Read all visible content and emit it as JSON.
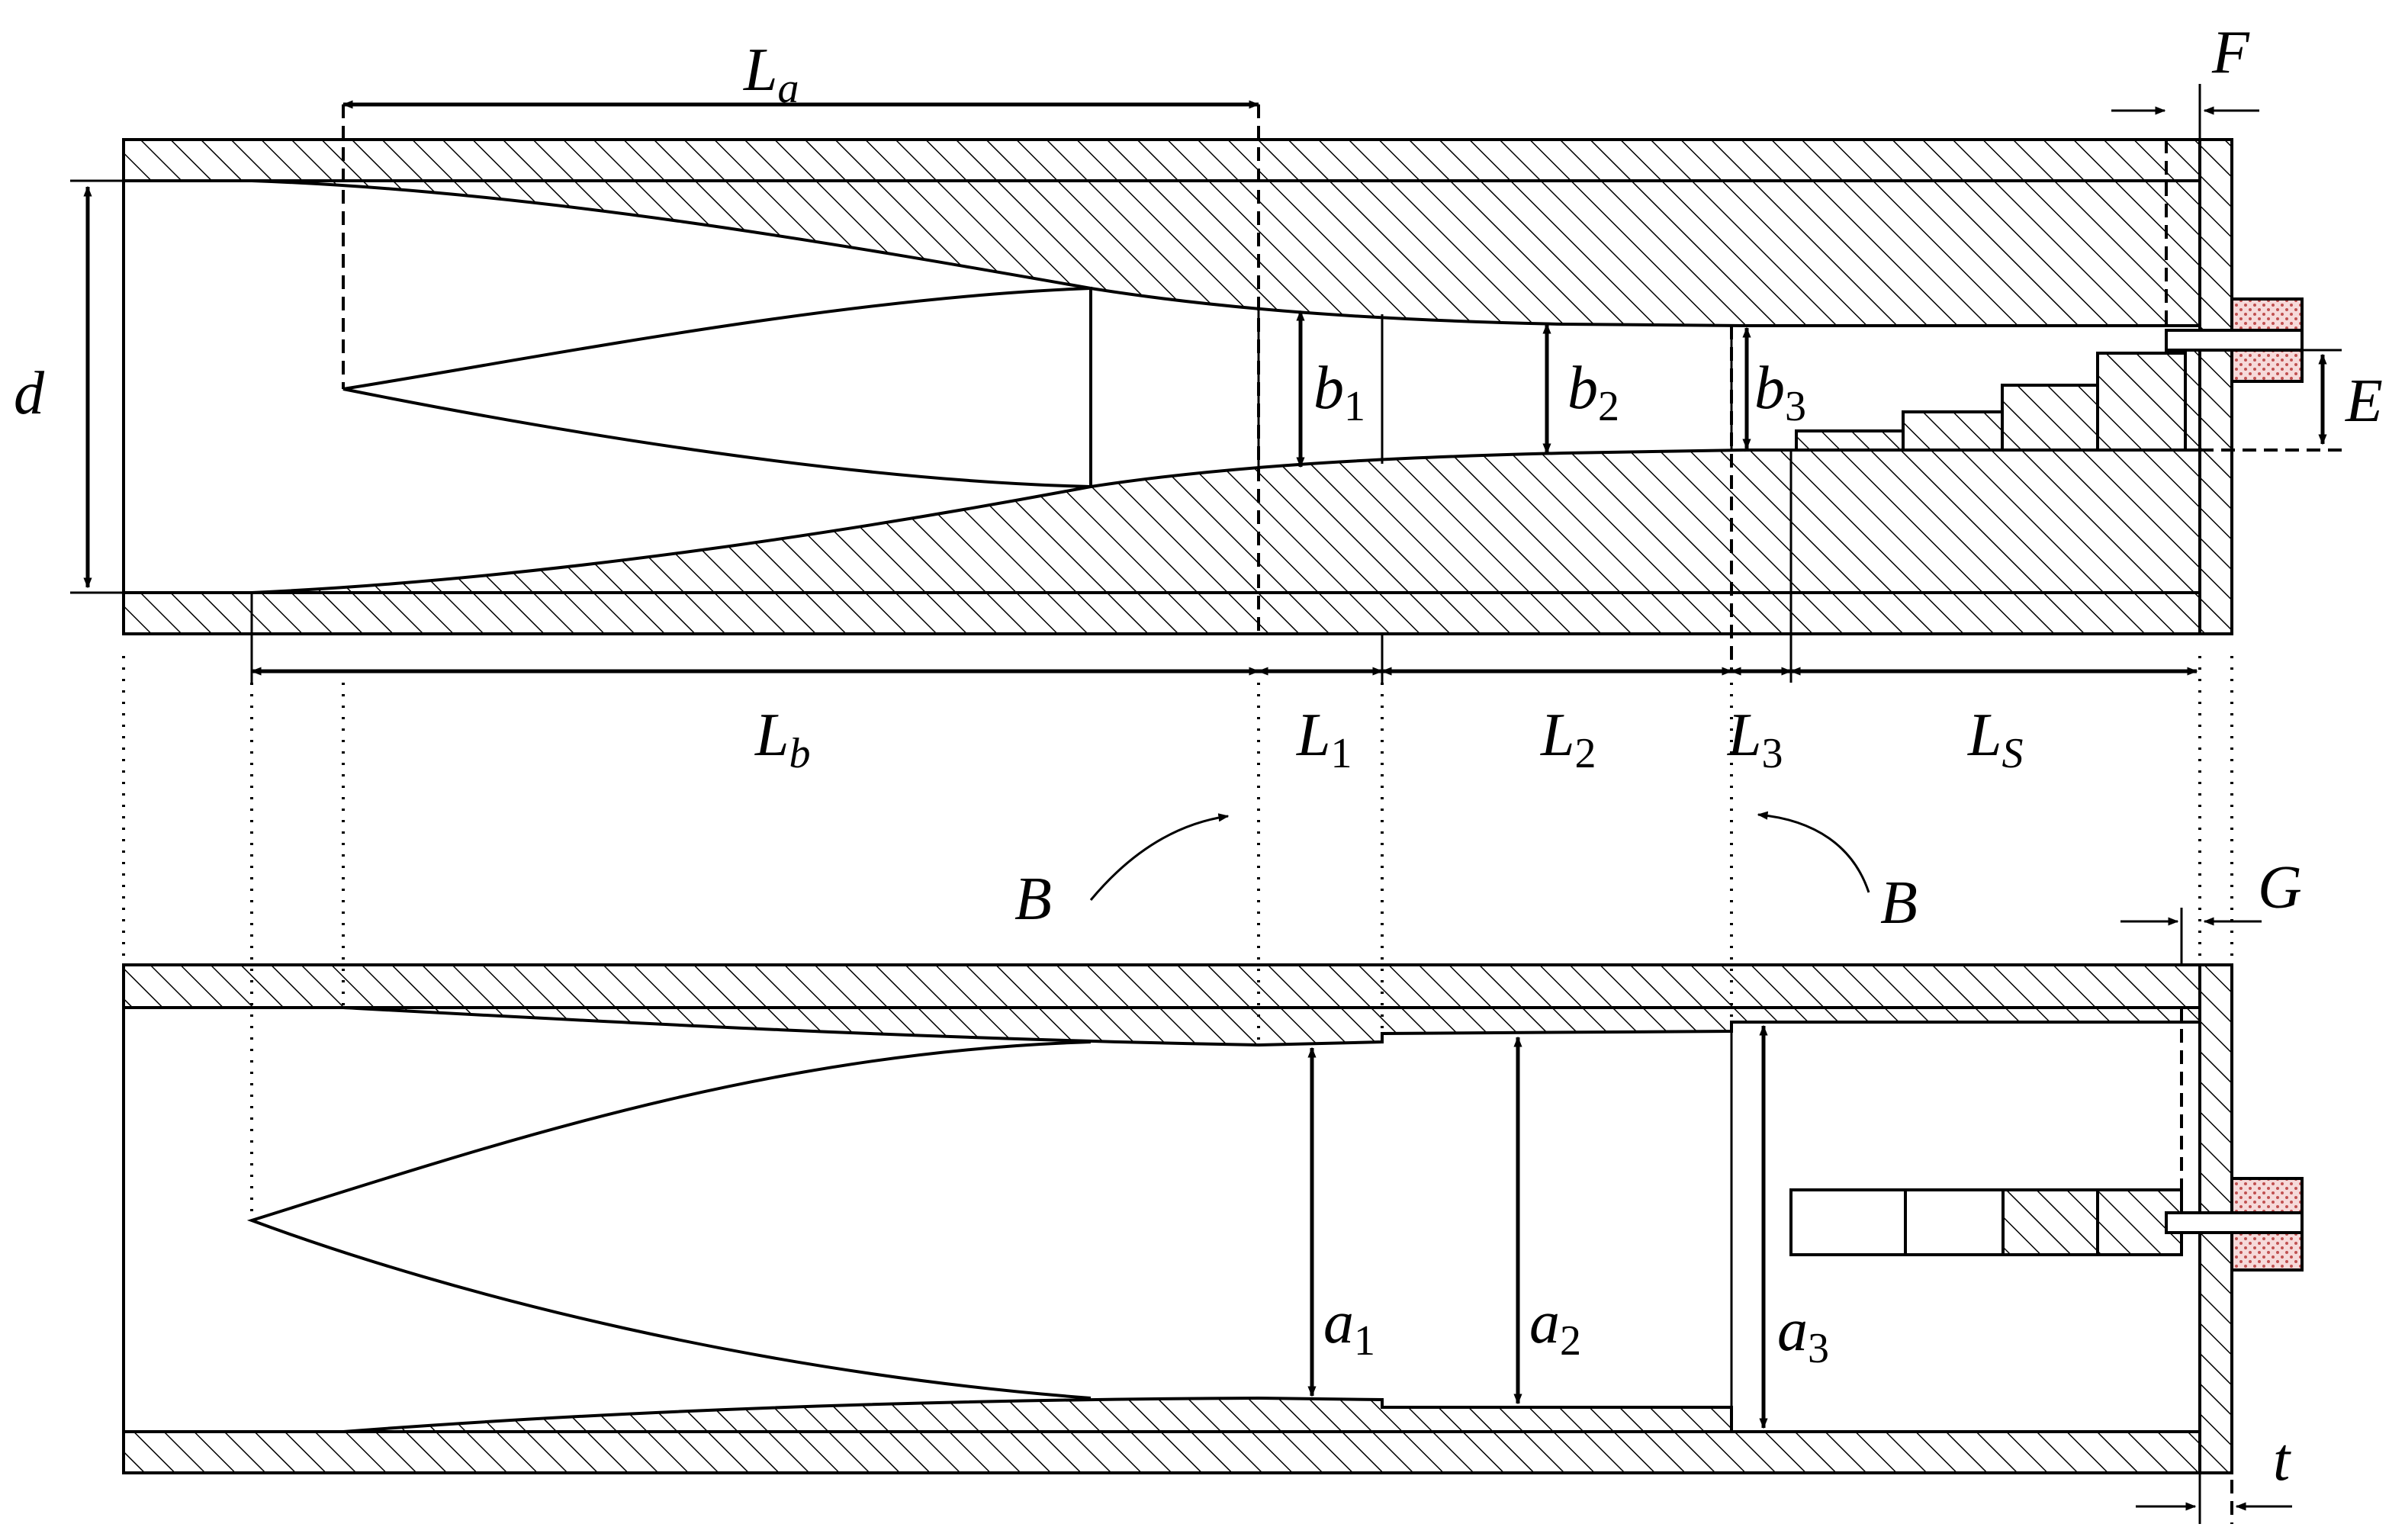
{
  "views": {
    "top": {
      "dimensions": {
        "La": {
          "main": "L",
          "sub": "a"
        },
        "Lb": {
          "main": "L",
          "sub": "b"
        },
        "L1": {
          "main": "L",
          "sub": "1"
        },
        "L2": {
          "main": "L",
          "sub": "2"
        },
        "L3": {
          "main": "L",
          "sub": "3"
        },
        "LS": {
          "main": "L",
          "sub": "S"
        },
        "b1": {
          "main": "b",
          "sub": "1"
        },
        "b2": {
          "main": "b",
          "sub": "2"
        },
        "b3": {
          "main": "b",
          "sub": "3"
        },
        "d": "d",
        "E": "E",
        "F": "F"
      }
    },
    "bottom": {
      "dimensions": {
        "a1": {
          "main": "a",
          "sub": "1"
        },
        "a2": {
          "main": "a",
          "sub": "2"
        },
        "a3": {
          "main": "a",
          "sub": "3"
        },
        "G": "G",
        "t": "t"
      }
    },
    "section_marks": {
      "left": "B",
      "right": "B"
    }
  },
  "colors": {
    "line": "#000000",
    "background": "#ffffff",
    "connector_fill": "#f3d3d3",
    "connector_dots": "#c05050"
  }
}
